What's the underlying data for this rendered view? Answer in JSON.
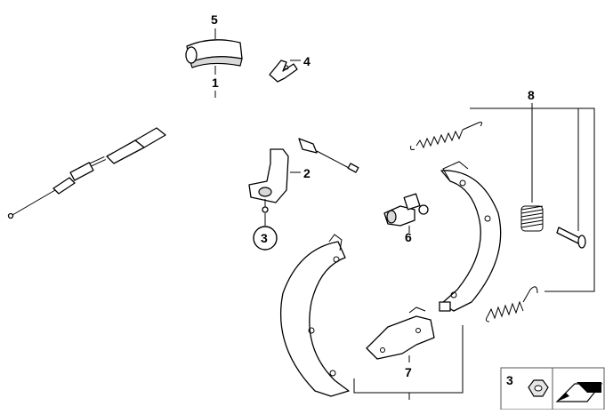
{
  "callouts": {
    "c1": "1",
    "c2": "2",
    "c3": "3",
    "c4": "4",
    "c5": "5",
    "c6": "6",
    "c7": "7",
    "c8": "8"
  },
  "footer": {
    "nut_number": "3"
  },
  "colors": {
    "line": "#000000",
    "part_fill": "#ffffff",
    "shade": "#d9d9d9",
    "panel_border": "#555555"
  }
}
